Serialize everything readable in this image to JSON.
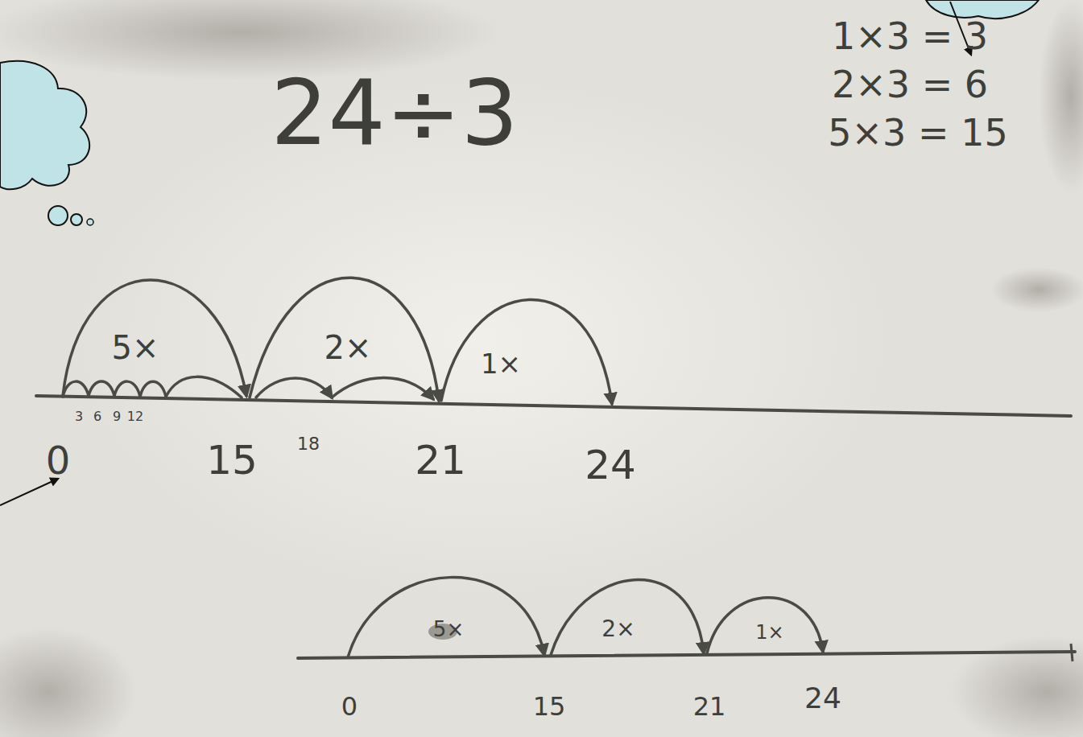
{
  "diagram": {
    "labels": [
      "24÷3",
      "1×3 = 3",
      "2×3 = 6",
      "5×3 = 15",
      "5×",
      "2×",
      "1×",
      "0",
      "3",
      "6",
      "9",
      "12",
      "15",
      "18",
      "21",
      "24",
      "5×",
      "2×",
      "1×",
      "0",
      "15",
      "21",
      "24"
    ]
  }
}
